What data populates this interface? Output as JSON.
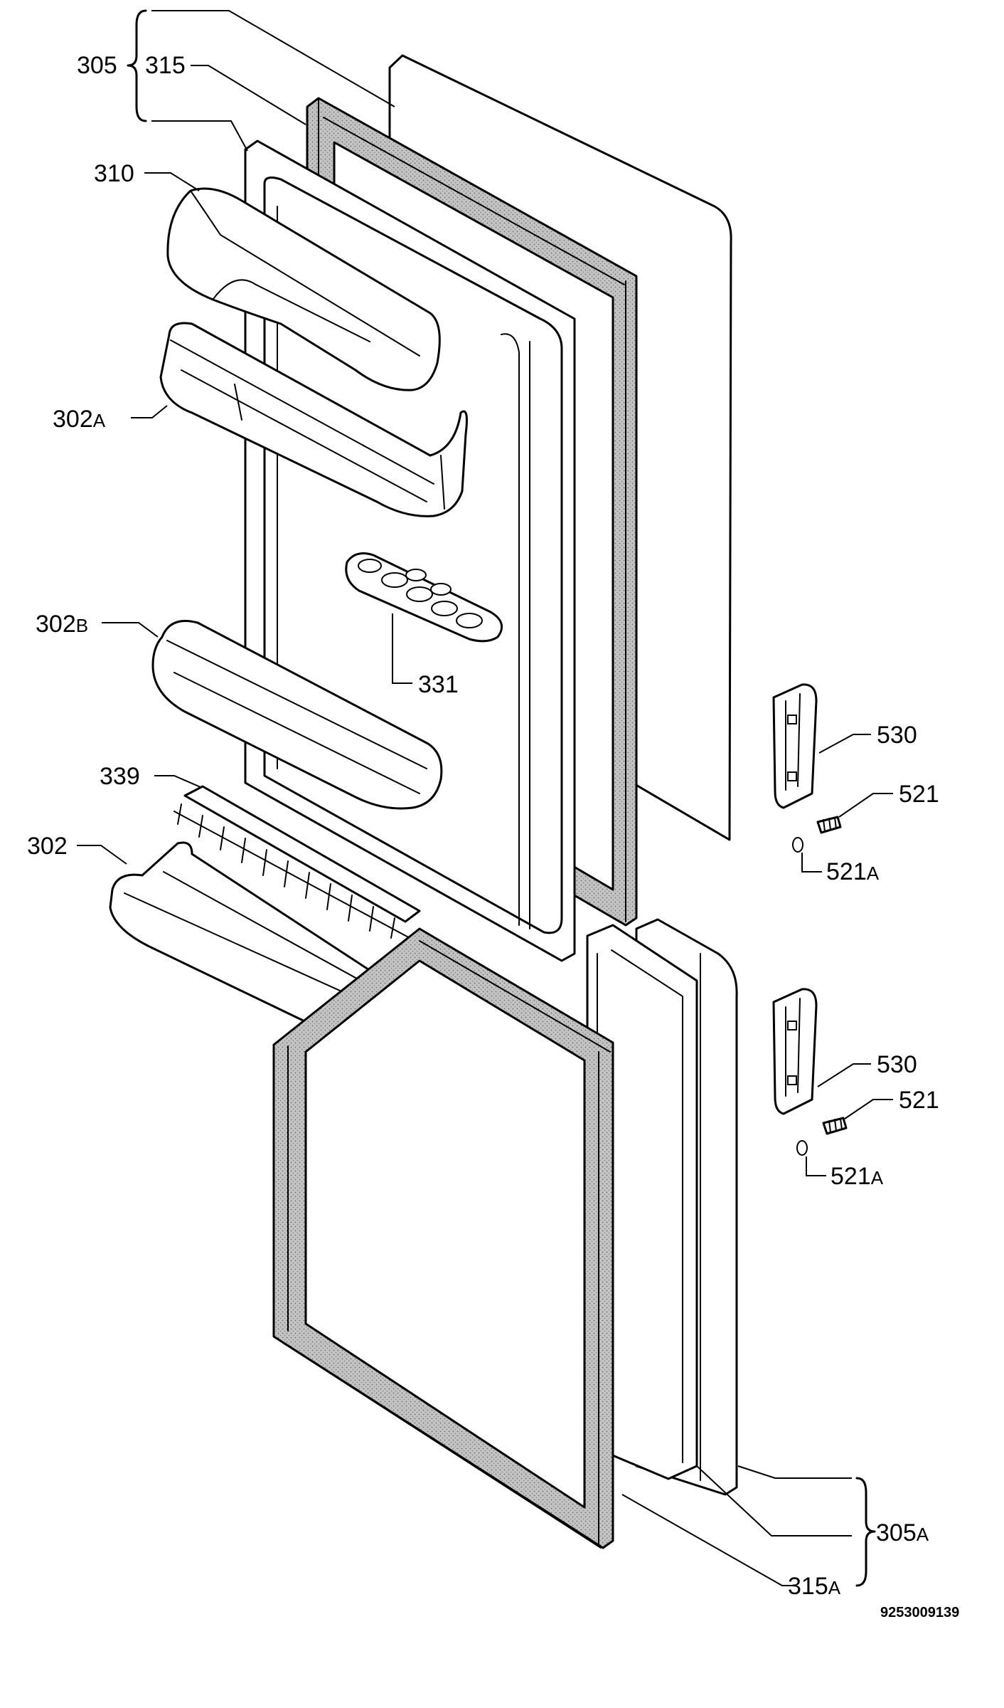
{
  "labels": {
    "l305": "305",
    "l315": "315",
    "l310": "310",
    "l302a": "302",
    "l302a_sub": "A",
    "l302b": "302",
    "l302b_sub": "B",
    "l331": "331",
    "l339": "339",
    "l302": "302",
    "l530_upper": "530",
    "l521_upper": "521",
    "l521a_upper": "521",
    "l521a_upper_sub": "A",
    "l530_lower": "530",
    "l521_lower": "521",
    "l521a_lower": "521",
    "l521a_lower_sub": "A",
    "l305a": "305",
    "l305a_sub": "A",
    "l315a": "315",
    "l315a_sub": "A"
  },
  "document_number": "9253009139",
  "colors": {
    "line": "#000000",
    "gasket_fill": "#b8b8b8",
    "background": "#ffffff"
  }
}
